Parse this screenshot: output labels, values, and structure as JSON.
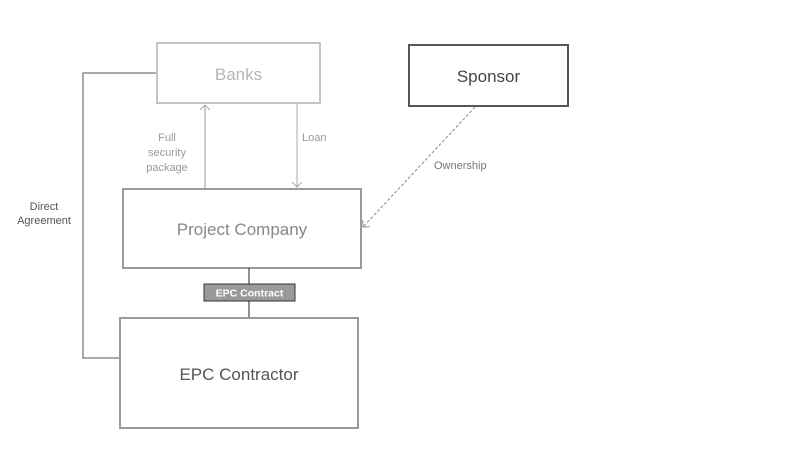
{
  "nodes": {
    "banks": "Banks",
    "sponsor": "Sponsor",
    "project_company": "Project Company",
    "epc_contractor": "EPC Contractor"
  },
  "edges": {
    "full_security": [
      "Full",
      "security",
      "package"
    ],
    "loan": "Loan",
    "ownership": "Ownership",
    "direct_agreement": [
      "Direct",
      "Agreement"
    ],
    "epc_contract": "EPC Contract"
  },
  "colors": {
    "banks_stroke": "#c4c4c4",
    "sponsor_stroke": "#555555",
    "box_stroke": "#9a9a9a",
    "contract_fill": "#9a9a9a"
  }
}
